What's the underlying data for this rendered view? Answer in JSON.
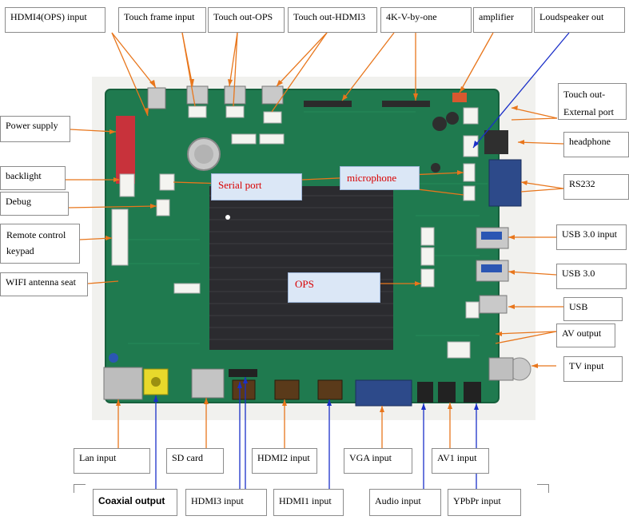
{
  "labels": {
    "hdmi4_ops_input": "HDMI4(OPS) input",
    "touch_frame_input": "Touch frame input",
    "touch_out_ops": "Touch out-OPS",
    "touch_out_hdmi3": "Touch out-HDMI3",
    "four_k_v_by_one": "4K-V-by-one",
    "amplifier": "amplifier",
    "loudspeaker_out": "Loudspeaker out",
    "touch_out_external_port": "Touch out-External port",
    "headphone": "headphone",
    "rs232": "RS232",
    "usb3_input": "USB 3.0 input",
    "usb3": "USB 3.0",
    "usb": "USB",
    "av_output": "AV output",
    "tv_input": "TV input",
    "power_supply": "Power supply",
    "backlight": "backlight",
    "debug": "Debug",
    "remote_control_keypad": "Remote control keypad",
    "wifi_antenna_seat": "WIFI antenna seat",
    "lan_input": "Lan input",
    "sd_card": "SD card",
    "hdmi2_input": "HDMI2 input",
    "vga_input": "VGA input",
    "av1_input": "AV1 input",
    "coaxial_output": "Coaxial output",
    "hdmi3_input": "HDMI3 input",
    "hdmi1_input": "HDMI1 input",
    "audio_input": "Audio input",
    "ypbpr_input": "YPbPr input"
  },
  "callouts": {
    "serial_port": "Serial port",
    "microphone": "microphone",
    "ops": "OPS"
  },
  "colors": {
    "pcb_green": "#1f7a4f",
    "heatsink": "#2b2b2f",
    "orange_leader": "#e8761c",
    "blue_leader": "#1a2fc8",
    "callout_text": "#d90000",
    "callout_fill": "#dbe7f6"
  }
}
